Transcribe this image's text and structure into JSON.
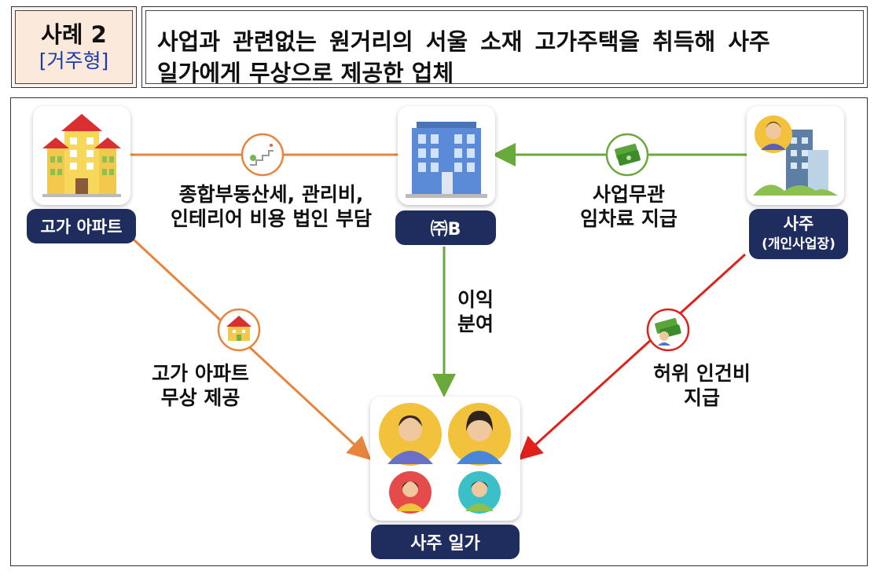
{
  "header": {
    "case_number": "사례 2",
    "case_type": "[거주형]",
    "title_line1": "사업과 관련없는 원거리의 서울 소재 고가주택을 취득해 사주",
    "title_line2": "일가에게 무상으로 제공한 업체"
  },
  "nodes": {
    "apartment": "고가 아파트",
    "company": "㈜B",
    "owner": "사주",
    "owner_sub": "(개인사업장)",
    "family": "사주 일가"
  },
  "flows": {
    "apartment_costs_1": "종합부동산세, 관리비,",
    "apartment_costs_2": "인테리어 비용 법인 부담",
    "rent_1": "사업무관",
    "rent_2": "임차료 지급",
    "profit_1": "이익",
    "profit_2": "분여",
    "free_1": "고가 아파트",
    "free_2": "무상 제공",
    "wage_1": "허위 인건비",
    "wage_2": "지급"
  },
  "colors": {
    "orange": "#e8853d",
    "green": "#6aaa3c",
    "red": "#e0201b",
    "navy": "#1f2d5e"
  }
}
